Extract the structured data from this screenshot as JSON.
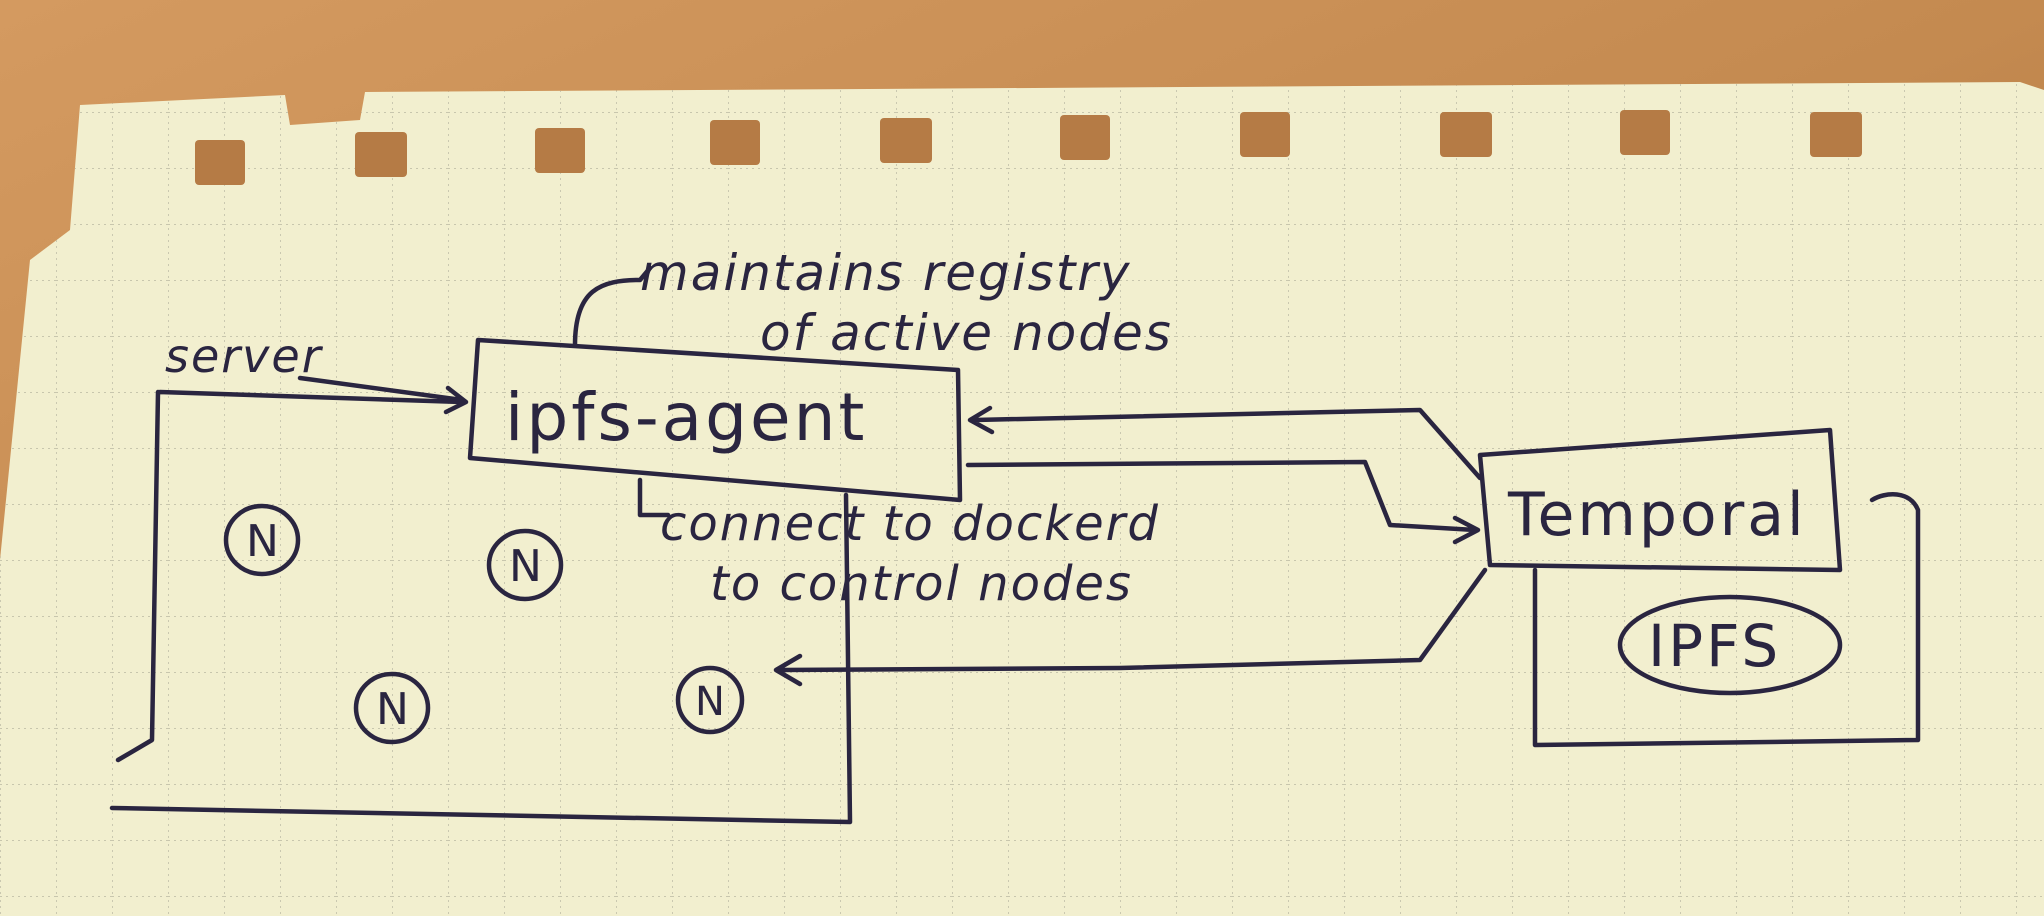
{
  "colors": {
    "desk": "#c98f55",
    "paper": "#f2efcf",
    "grid": "#b9b8a2",
    "ink": "#2a2540"
  },
  "labels": {
    "server": "server",
    "registry_line1": "maintains registry",
    "registry_line2": "of active nodes",
    "agent": "ipfs-agent",
    "docker_line1": "connect to dockerd",
    "docker_line2": "to control nodes",
    "temporal": "Temporal",
    "ipfs": "IPFS",
    "node_symbol": "N"
  }
}
